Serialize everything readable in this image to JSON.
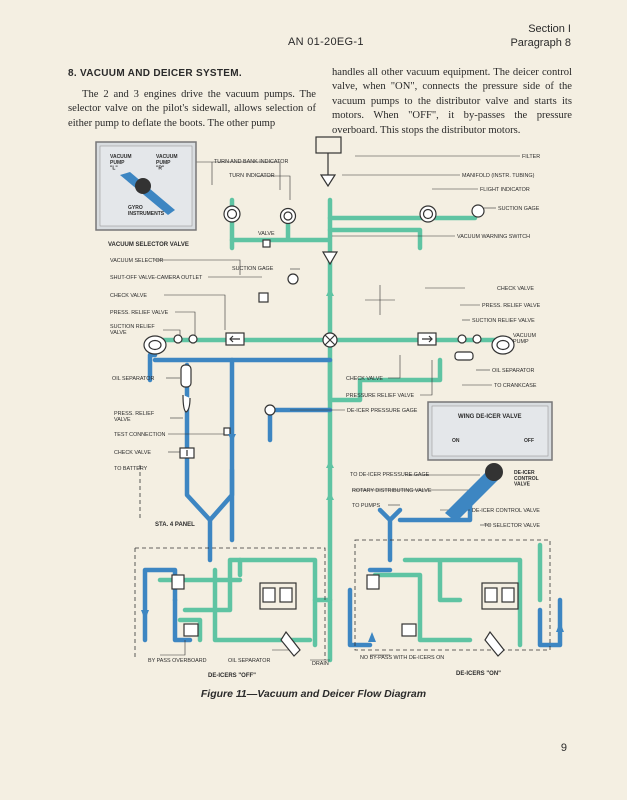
{
  "header": {
    "doc_number": "AN 01-20EG-1",
    "section": "Section I",
    "paragraph": "Paragraph 8"
  },
  "section_title": "8. VACUUM AND DEICER SYSTEM.",
  "body": {
    "col1": "The 2 and 3 engines drive the vacuum pumps. The selector valve on the pilot's sidewall, allows selection of either pump to deflate the boots. The other pump",
    "col2": "handles all other vacuum equipment. The deicer control valve, when \"ON\", connects the pressure side of the vacuum pumps to the distributor valve and starts its motors. When \"OFF\", it by-passes the pressure overboard. This stops the distributor motors."
  },
  "figure": {
    "caption": "Figure 11—Vacuum and Deicer Flow Diagram",
    "colors": {
      "pressure": "#3d86c2",
      "vacuum": "#5fc4a3",
      "line": "#333333",
      "panel": "#d9dde0"
    },
    "selector_panel": {
      "pump_l": "VACUUM\nPUMP\n\"L\"",
      "pump_r": "VACUUM\nPUMP\n\"R\"",
      "gyro": "GYRO\nINSTRUMENTS",
      "title": "VACUUM SELECTOR VALVE"
    },
    "wing_panel": {
      "title": "WING DE-ICER VALVE",
      "on": "ON",
      "off": "OFF",
      "control_label": "DE-ICER\nCONTROL\nVALVE"
    },
    "labels": {
      "filter": "FILTER",
      "turn_bank": "TURN AND BANK INDICATOR",
      "turn_ind": "TURN INDICATOR",
      "manifold": "MANIFOLD (INSTR. TUBING)",
      "flight_ind": "FLIGHT INDICATOR",
      "suction_gage_top": "SUCTION GAGE",
      "valve": "VALVE",
      "vac_warn": "VACUUM WARNING SWITCH",
      "vac_selector": "VACUUM SELECTOR",
      "shutoff": "SHUT-OFF VALVE-CAMERA OUTLET",
      "suction_gage_mid": "SUCTION GAGE",
      "check_valve_l": "CHECK VALVE",
      "press_relief_l": "PRESS. RELIEF VALVE",
      "suction_relief_l": "SUCTION RELIEF\nVALVE",
      "check_valve_r": "CHECK VALVE",
      "press_relief_r": "PRESS. RELIEF VALVE",
      "suction_relief_r": "SUCTION RELIEF VALVE",
      "vac_pump_r": "VACUUM\nPUMP",
      "oil_sep_r": "OIL SEPARATOR",
      "crankcase": "TO CRANKCASE",
      "check_valve_c": "CHECK VALVE",
      "pressure_relief_c": "PRESSURE RELIEF VALVE",
      "deicer_gage": "DE-ICER PRESSURE GAGE",
      "oil_sep_l": "OIL SEPARATOR",
      "press_relief_l2": "PRESS. RELIEF\nVALVE",
      "test_conn": "TEST CONNECTION",
      "check_valve_l2": "CHECK VALVE",
      "battery": "TO BATTERY",
      "sta4": "STA. 4 PANEL",
      "to_deicer_gage": "TO DE-ICER PRESSURE GAGE",
      "rotary": "ROTARY DISTRIBUTING VALVE",
      "to_pumps": "TO PUMPS",
      "deicer_control_valve": "DE-ICER CONTROL VALVE",
      "to_selector": "TO SELECTOR VALVE",
      "bypass": "BY PASS OVERBOARD",
      "oil_sep_b": "OIL SEPARATOR",
      "drain": "DRAIN",
      "no_bypass": "NO BY-PASS WITH DE-ICERS ON",
      "deicers_off": "DE-ICERS \"OFF\"",
      "deicers_on": "DE-ICERS \"ON\""
    }
  },
  "page_number": "9"
}
